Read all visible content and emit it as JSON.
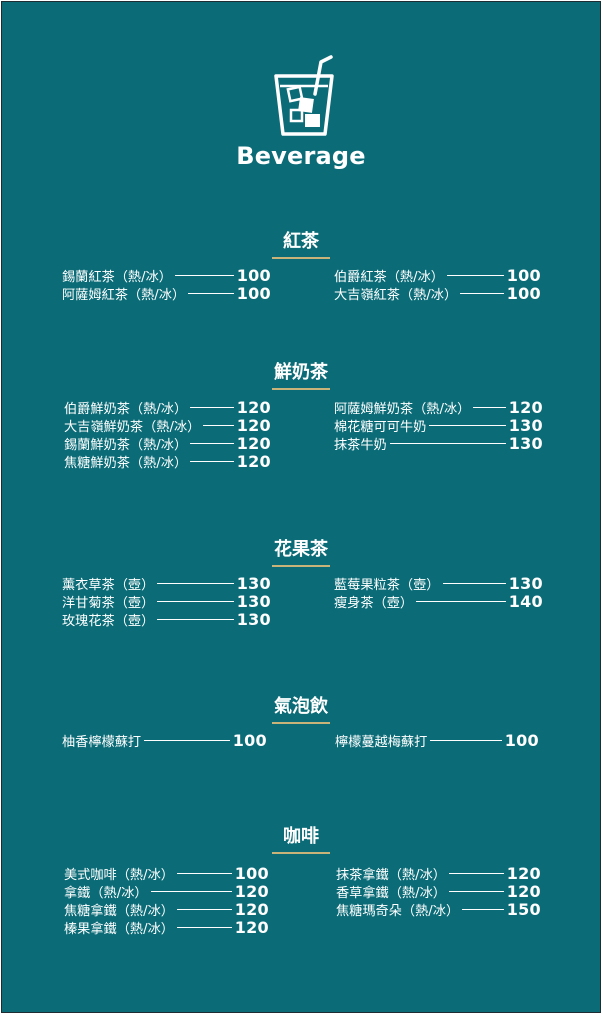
{
  "brand": {
    "title": "Beverage",
    "logo_icon": "iced-drink-icon"
  },
  "colors": {
    "background": "#0b6c78",
    "accent": "#c9b378",
    "text": "#ffffff"
  },
  "sections": [
    {
      "heading": "紅茶",
      "left": [
        {
          "name": "錫蘭紅茶（熱/冰）",
          "price": "100"
        },
        {
          "name": "阿薩姆紅茶（熱/冰）",
          "price": "100"
        }
      ],
      "right": [
        {
          "name": "伯爵紅茶（熱/冰）",
          "price": "100"
        },
        {
          "name": "大吉嶺紅茶（熱/冰）",
          "price": "100"
        }
      ]
    },
    {
      "heading": "鮮奶茶",
      "left": [
        {
          "name": "伯爵鮮奶茶（熱/冰）",
          "price": "120"
        },
        {
          "name": "大吉嶺鮮奶茶（熱/冰）",
          "price": "120"
        },
        {
          "name": "錫蘭鮮奶茶（熱/冰）",
          "price": "120"
        },
        {
          "name": "焦糖鮮奶茶（熱/冰）",
          "price": "120"
        }
      ],
      "right": [
        {
          "name": "阿薩姆鮮奶茶（熱/冰）",
          "price": "120"
        },
        {
          "name": "棉花糖可可牛奶",
          "price": "130"
        },
        {
          "name": "抹茶牛奶",
          "price": "130"
        }
      ]
    },
    {
      "heading": "花果茶",
      "left": [
        {
          "name": "薰衣草茶（壺）",
          "price": "130"
        },
        {
          "name": "洋甘菊茶（壺）",
          "price": "130"
        },
        {
          "name": "玫瑰花茶（壺）",
          "price": "130"
        }
      ],
      "right": [
        {
          "name": "藍莓果粒茶（壺）",
          "price": "130"
        },
        {
          "name": "瘦身茶（壺）",
          "price": "140"
        }
      ]
    },
    {
      "heading": "氣泡飲",
      "left": [
        {
          "name": "柚香檸檬蘇打",
          "price": "100"
        }
      ],
      "right": [
        {
          "name": "檸檬蔓越梅蘇打",
          "price": "100"
        }
      ]
    },
    {
      "heading": "咖啡",
      "left": [
        {
          "name": "美式咖啡（熱/冰）",
          "price": "100"
        },
        {
          "name": "拿鐵（熱/冰）",
          "price": "120"
        },
        {
          "name": "焦糖拿鐵（熱/冰）",
          "price": "120"
        },
        {
          "name": "榛果拿鐵（熱/冰）",
          "price": "120"
        }
      ],
      "right": [
        {
          "name": "抹茶拿鐵（熱/冰）",
          "price": "120"
        },
        {
          "name": "香草拿鐵（熱/冰）",
          "price": "120"
        },
        {
          "name": "焦糖瑪奇朵（熱/冰）",
          "price": "150"
        }
      ]
    }
  ]
}
